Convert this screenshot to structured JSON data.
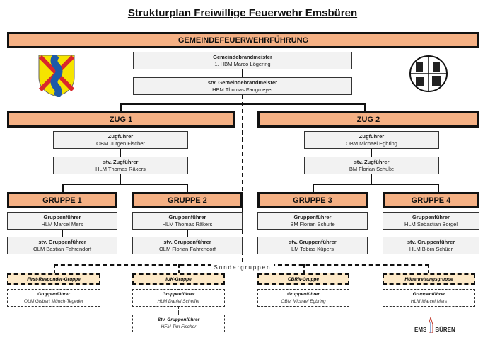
{
  "title": "Strukturplan Freiwillige Feuerwehr Emsbüren",
  "leadership": {
    "label": "GEMEINDEFEUERWEHRFÜHRUNG",
    "chief": {
      "role": "Gemeindebrandmeister",
      "name": "1. HBM Marco Lögering"
    },
    "deputy": {
      "role": "stv. Gemeindebrandmeister",
      "name": "HBM Thomas Fangmeyer"
    }
  },
  "zuege": [
    {
      "label": "ZUG 1",
      "leader": {
        "role": "Zugführer",
        "name": "OBM Jürgen Fischer"
      },
      "deputy": {
        "role": "stv. Zugführer",
        "name": "HLM Thomas Räkers"
      }
    },
    {
      "label": "ZUG 2",
      "leader": {
        "role": "Zugführer",
        "name": "OBM Michael Egbring"
      },
      "deputy": {
        "role": "stv. Zugführer",
        "name": "BM Florian Schulte"
      }
    }
  ],
  "gruppen": [
    {
      "label": "GRUPPE 1",
      "leader": {
        "role": "Gruppenführer",
        "name": "HLM Marcel Mers"
      },
      "deputy": {
        "role": "stv. Gruppenführer",
        "name": "OLM Bastian Fahrendorf"
      }
    },
    {
      "label": "GRUPPE 2",
      "leader": {
        "role": "Gruppenführer",
        "name": "HLM Thomas Räkers"
      },
      "deputy": {
        "role": "stv. Gruppenführer",
        "name": "OLM Florian Fahrendorf"
      }
    },
    {
      "label": "GRUPPE 3",
      "leader": {
        "role": "Gruppenführer",
        "name": "BM Florian Schulte"
      },
      "deputy": {
        "role": "stv. Gruppenführer",
        "name": "LM Tobias Küpers"
      }
    },
    {
      "label": "GRUPPE 4",
      "leader": {
        "role": "Gruppenführer",
        "name": "HLM Sebastian Borgel"
      },
      "deputy": {
        "role": "stv. Gruppenführer",
        "name": "HLM Björn Schüer"
      }
    }
  ],
  "sondergruppen_label": "Sondergruppen",
  "sondergruppen": [
    {
      "label": "First-Responder-Gruppe",
      "leader": {
        "role": "Gruppenführer",
        "name": "OLM Gisbert Münch-Tegeder"
      }
    },
    {
      "label": "IUK-Gruppe",
      "leader": {
        "role": "Gruppenführer",
        "name": "HLM Daniel Scheffer"
      },
      "deputy": {
        "role": "Stv. Gruppenführer",
        "name": "HFM Tim Fischer"
      }
    },
    {
      "label": "CBRN-Gruppe",
      "leader": {
        "role": "Gruppenführer",
        "name": "OBM Michael Egbring"
      }
    },
    {
      "label": "Höhenrettungsgruppe",
      "leader": {
        "role": "Gruppenführer",
        "name": "HLM Marcel Mers"
      }
    }
  ],
  "logo_text": {
    "left": "EMS",
    "right": "BÜREN"
  },
  "colors": {
    "orange": "#f4b084",
    "beige": "#fde9c8",
    "gray": "#f2f2f2"
  }
}
